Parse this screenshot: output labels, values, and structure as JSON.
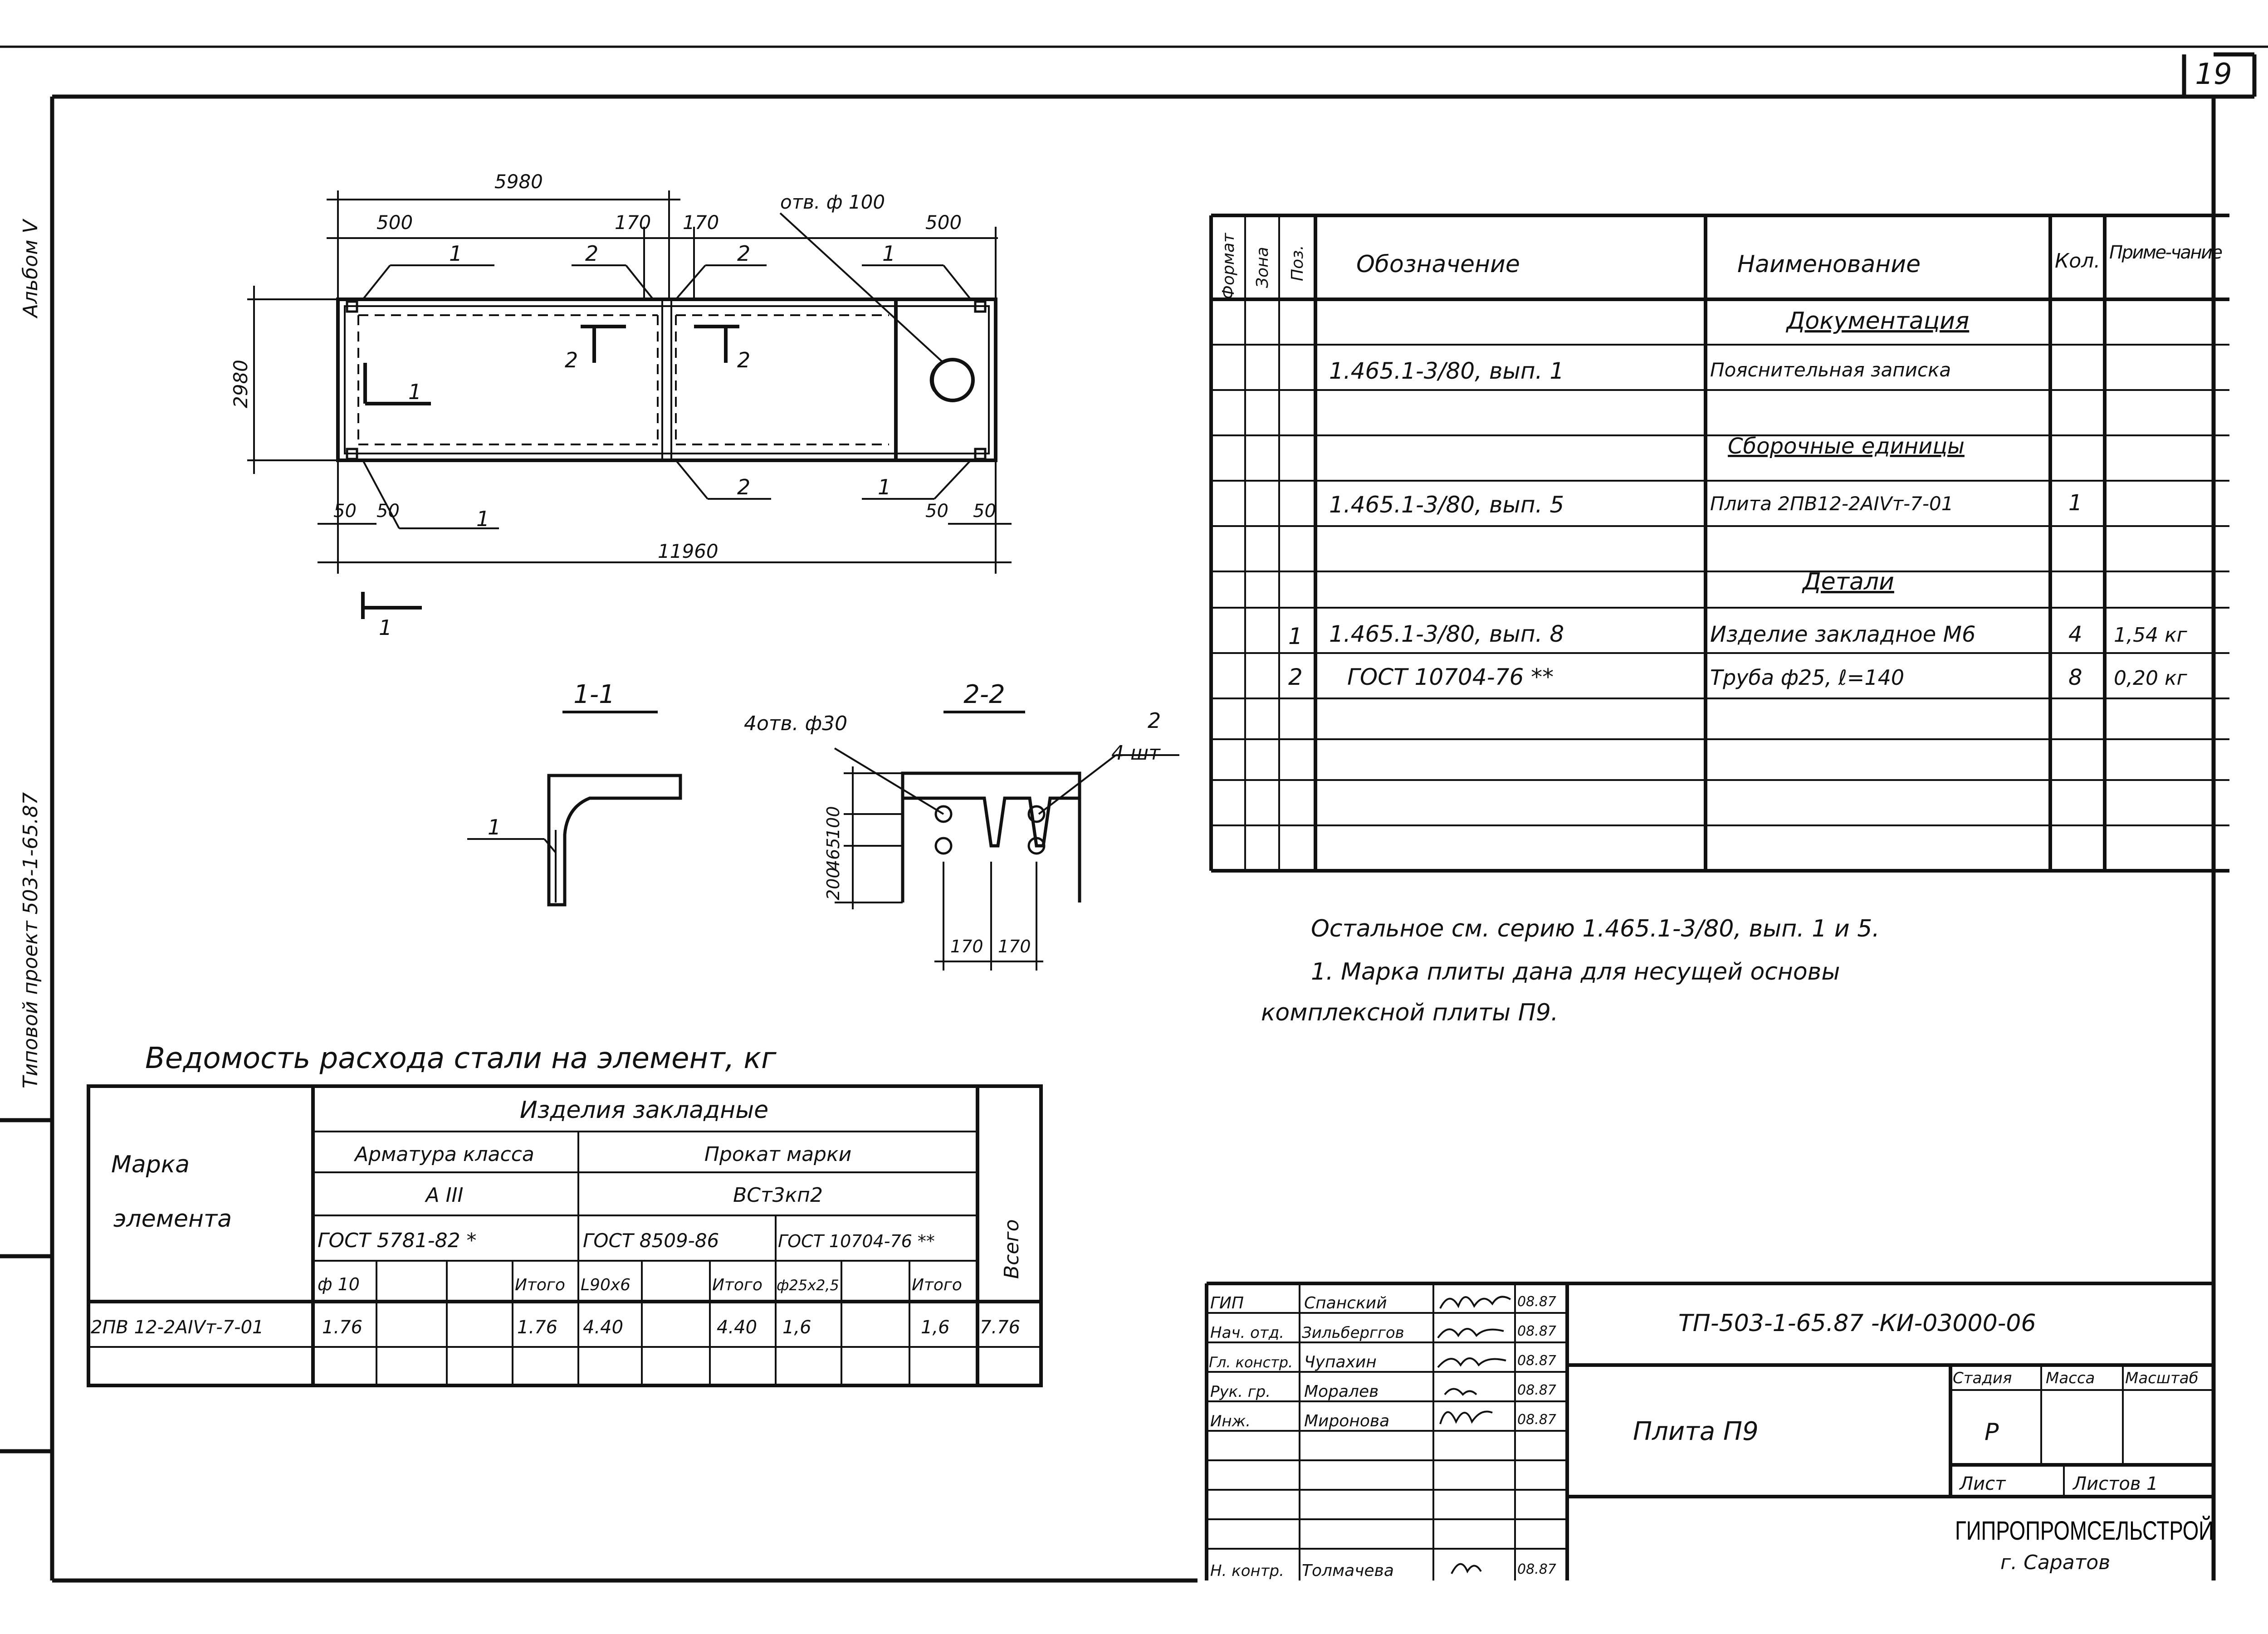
{
  "sheet_number": "19",
  "side_labels": {
    "album": "Альбом V",
    "project": "Типовой проект 503-1-65.87"
  },
  "plan": {
    "dim_total_top": "5980",
    "dim_500_left": "500",
    "dim_170_a": "170",
    "dim_170_b": "170",
    "hole_label": "отв. ф 100",
    "dim_500_right": "500",
    "dim_height": "2980",
    "dim_total_bottom": "11960",
    "dim_50_a": "50",
    "dim_50_b": "50",
    "dim_50_c": "50",
    "dim_50_d": "50",
    "pos_1": "1",
    "pos_2": "2",
    "section_1": "1",
    "section_2": "2"
  },
  "section_1_1": {
    "title": "1-1",
    "pos": "1"
  },
  "section_2_2": {
    "title": "2-2",
    "holes_label": "4отв. ф30",
    "pos_label": "2",
    "pos_count": "4 шт",
    "dim_465": "465",
    "dim_200": "200",
    "dim_100": "100",
    "dim_170a": "170",
    "dim_170b": "170"
  },
  "spec_table": {
    "headers": [
      "Формат",
      "Зона",
      "Поз.",
      "Обозначение",
      "Наименование",
      "Кол.",
      "Приме-чание"
    ],
    "rows": [
      {
        "pos": "",
        "designation": "",
        "name": "Документация",
        "qty": "",
        "note": "",
        "section": true
      },
      {
        "pos": "",
        "designation": "1.465.1-3/80, вып. 1",
        "name": "Пояснительная записка",
        "qty": "",
        "note": "",
        "section": false
      },
      {
        "pos": "",
        "designation": "",
        "name": "Сборочные единицы",
        "qty": "",
        "note": "",
        "section": true
      },
      {
        "pos": "",
        "designation": "1.465.1-3/80, вып. 5",
        "name": "Плита 2ПВ12-2АIVт-7-01",
        "qty": "1",
        "note": "",
        "section": false
      },
      {
        "pos": "",
        "designation": "",
        "name": "Детали",
        "qty": "",
        "note": "",
        "section": true
      },
      {
        "pos": "1",
        "designation": "1.465.1-3/80, вып. 8",
        "name": "Изделие закладное М6",
        "qty": "4",
        "note": "1,54 кг",
        "section": false
      },
      {
        "pos": "2",
        "designation": "ГОСТ 10704-76 **",
        "name": "Труба ф25, ℓ=140",
        "qty": "8",
        "note": "0,20 кг",
        "section": false
      }
    ]
  },
  "notes": {
    "line1": "Остальное см. серию 1.465.1-3/80, вып. 1 и 5.",
    "line2": "1. Марка плиты дана для несущей основы",
    "line3": "комплексной плиты П9."
  },
  "steel_table": {
    "title": "Ведомость расхода стали на элемент, кг",
    "col_mark": "Марка элемента",
    "col_mark_1": "Марка",
    "col_mark_2": "элемента",
    "group": "Изделия закладные",
    "rebar_class": "Арматура класса",
    "rebar_grade": "А III",
    "rolled": "Прокат марки",
    "rolled_grade": "ВСт3кп2",
    "gost_1": "ГОСТ 5781-82 *",
    "gost_2": "ГОСТ 8509-86",
    "gost_3": "ГОСТ 10704-76 **",
    "total": "Всего",
    "sub": [
      "ф 10",
      "",
      "",
      "Итого",
      "L90x6",
      "",
      "Итого",
      "ф25x2,5",
      "",
      "Итого"
    ],
    "row": {
      "mark": "2ПВ 12-2АIVт-7-01",
      "vals": [
        "1.76",
        "",
        "",
        "1.76",
        "4.40",
        "",
        "4.40",
        "1,6",
        "",
        "1,6"
      ],
      "total": "7.76"
    }
  },
  "title_block": {
    "code": "ТП-503-1-65.87 -КИ-03000-06",
    "item": "Плита П9",
    "stage_h": "Стадия",
    "mass_h": "Масса",
    "scale_h": "Масштаб",
    "stage": "Р",
    "sheet_h": "Лист",
    "sheets_h": "Листов 1",
    "org": "ГИПРОПРОМСЕЛЬСТРОЙ",
    "city": "г. Саратов",
    "people": [
      {
        "role": "ГИП",
        "name": "Спанский",
        "date": "08.87"
      },
      {
        "role": "Нач. отд.",
        "name": "Зильберггов",
        "date": "08.87"
      },
      {
        "role": "Гл. констр.",
        "name": "Чупахин",
        "date": "08.87"
      },
      {
        "role": "Рук. гр.",
        "name": "Моралев",
        "date": "08.87"
      },
      {
        "role": "Инж.",
        "name": "Миронова",
        "date": "08.87"
      },
      {
        "role": "",
        "name": "",
        "date": ""
      },
      {
        "role": "",
        "name": "",
        "date": ""
      },
      {
        "role": "",
        "name": "",
        "date": ""
      },
      {
        "role": "",
        "name": "",
        "date": ""
      },
      {
        "role": "Н. контр.",
        "name": "Толмачева",
        "date": "08.87"
      }
    ]
  }
}
